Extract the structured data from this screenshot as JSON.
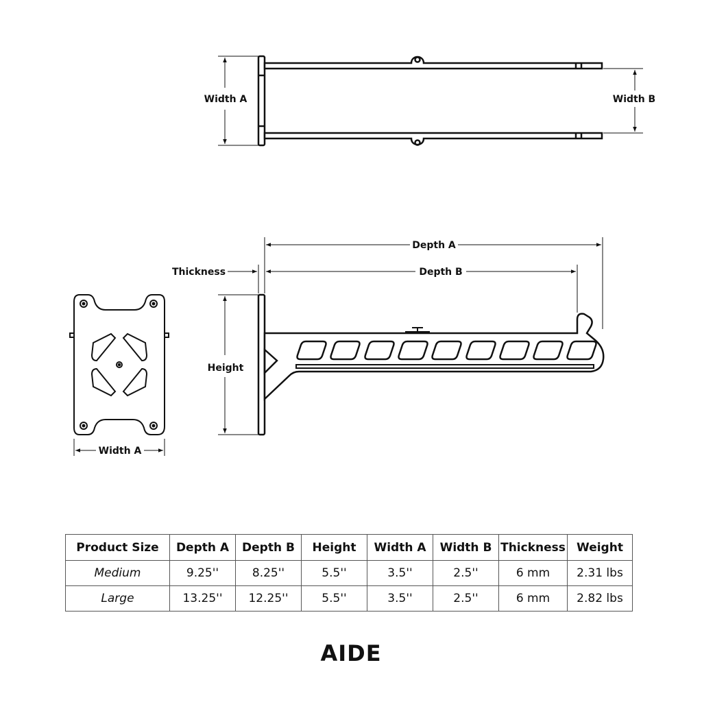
{
  "labels": {
    "width_a": "Width A",
    "width_b": "Width B",
    "depth_a": "Depth A",
    "depth_b": "Depth B",
    "thickness": "Thickness",
    "height": "Height"
  },
  "table": {
    "headers": [
      "Product Size",
      "Depth A",
      "Depth B",
      "Height",
      "Width A",
      "Width B",
      "Thickness",
      "Weight"
    ],
    "rows": [
      [
        "Medium",
        "9.25''",
        "8.25''",
        "5.5''",
        "3.5''",
        "2.5''",
        "6 mm",
        "2.31 lbs"
      ],
      [
        "Large",
        "13.25''",
        "12.25''",
        "5.5''",
        "3.5''",
        "2.5''",
        "6 mm",
        "2.82 lbs"
      ]
    ]
  },
  "product_name": "AIDE"
}
